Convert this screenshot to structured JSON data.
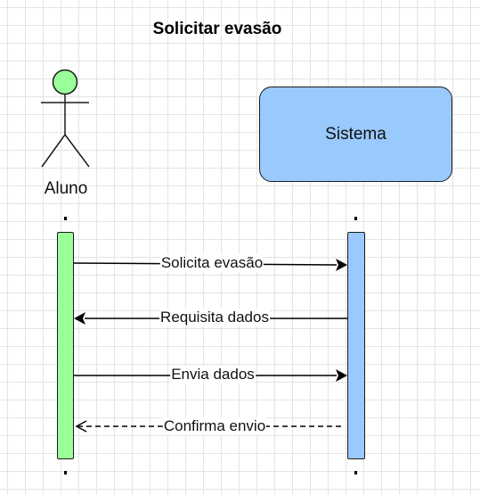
{
  "diagram": {
    "title": "Solicitar evasão",
    "participants": [
      {
        "id": "aluno",
        "label": "Aluno",
        "kind": "actor",
        "color": "#99ff99"
      },
      {
        "id": "sistema",
        "label": "Sistema",
        "kind": "box",
        "color": "#99c9fd"
      }
    ],
    "messages": [
      {
        "from": "aluno",
        "to": "sistema",
        "label": "Solicita evasão",
        "style": "solid"
      },
      {
        "from": "sistema",
        "to": "aluno",
        "label": "Requisita dados",
        "style": "solid"
      },
      {
        "from": "aluno",
        "to": "sistema",
        "label": "Envia dados",
        "style": "solid"
      },
      {
        "from": "sistema",
        "to": "aluno",
        "label": "Confirma envio",
        "style": "dashed"
      }
    ]
  }
}
